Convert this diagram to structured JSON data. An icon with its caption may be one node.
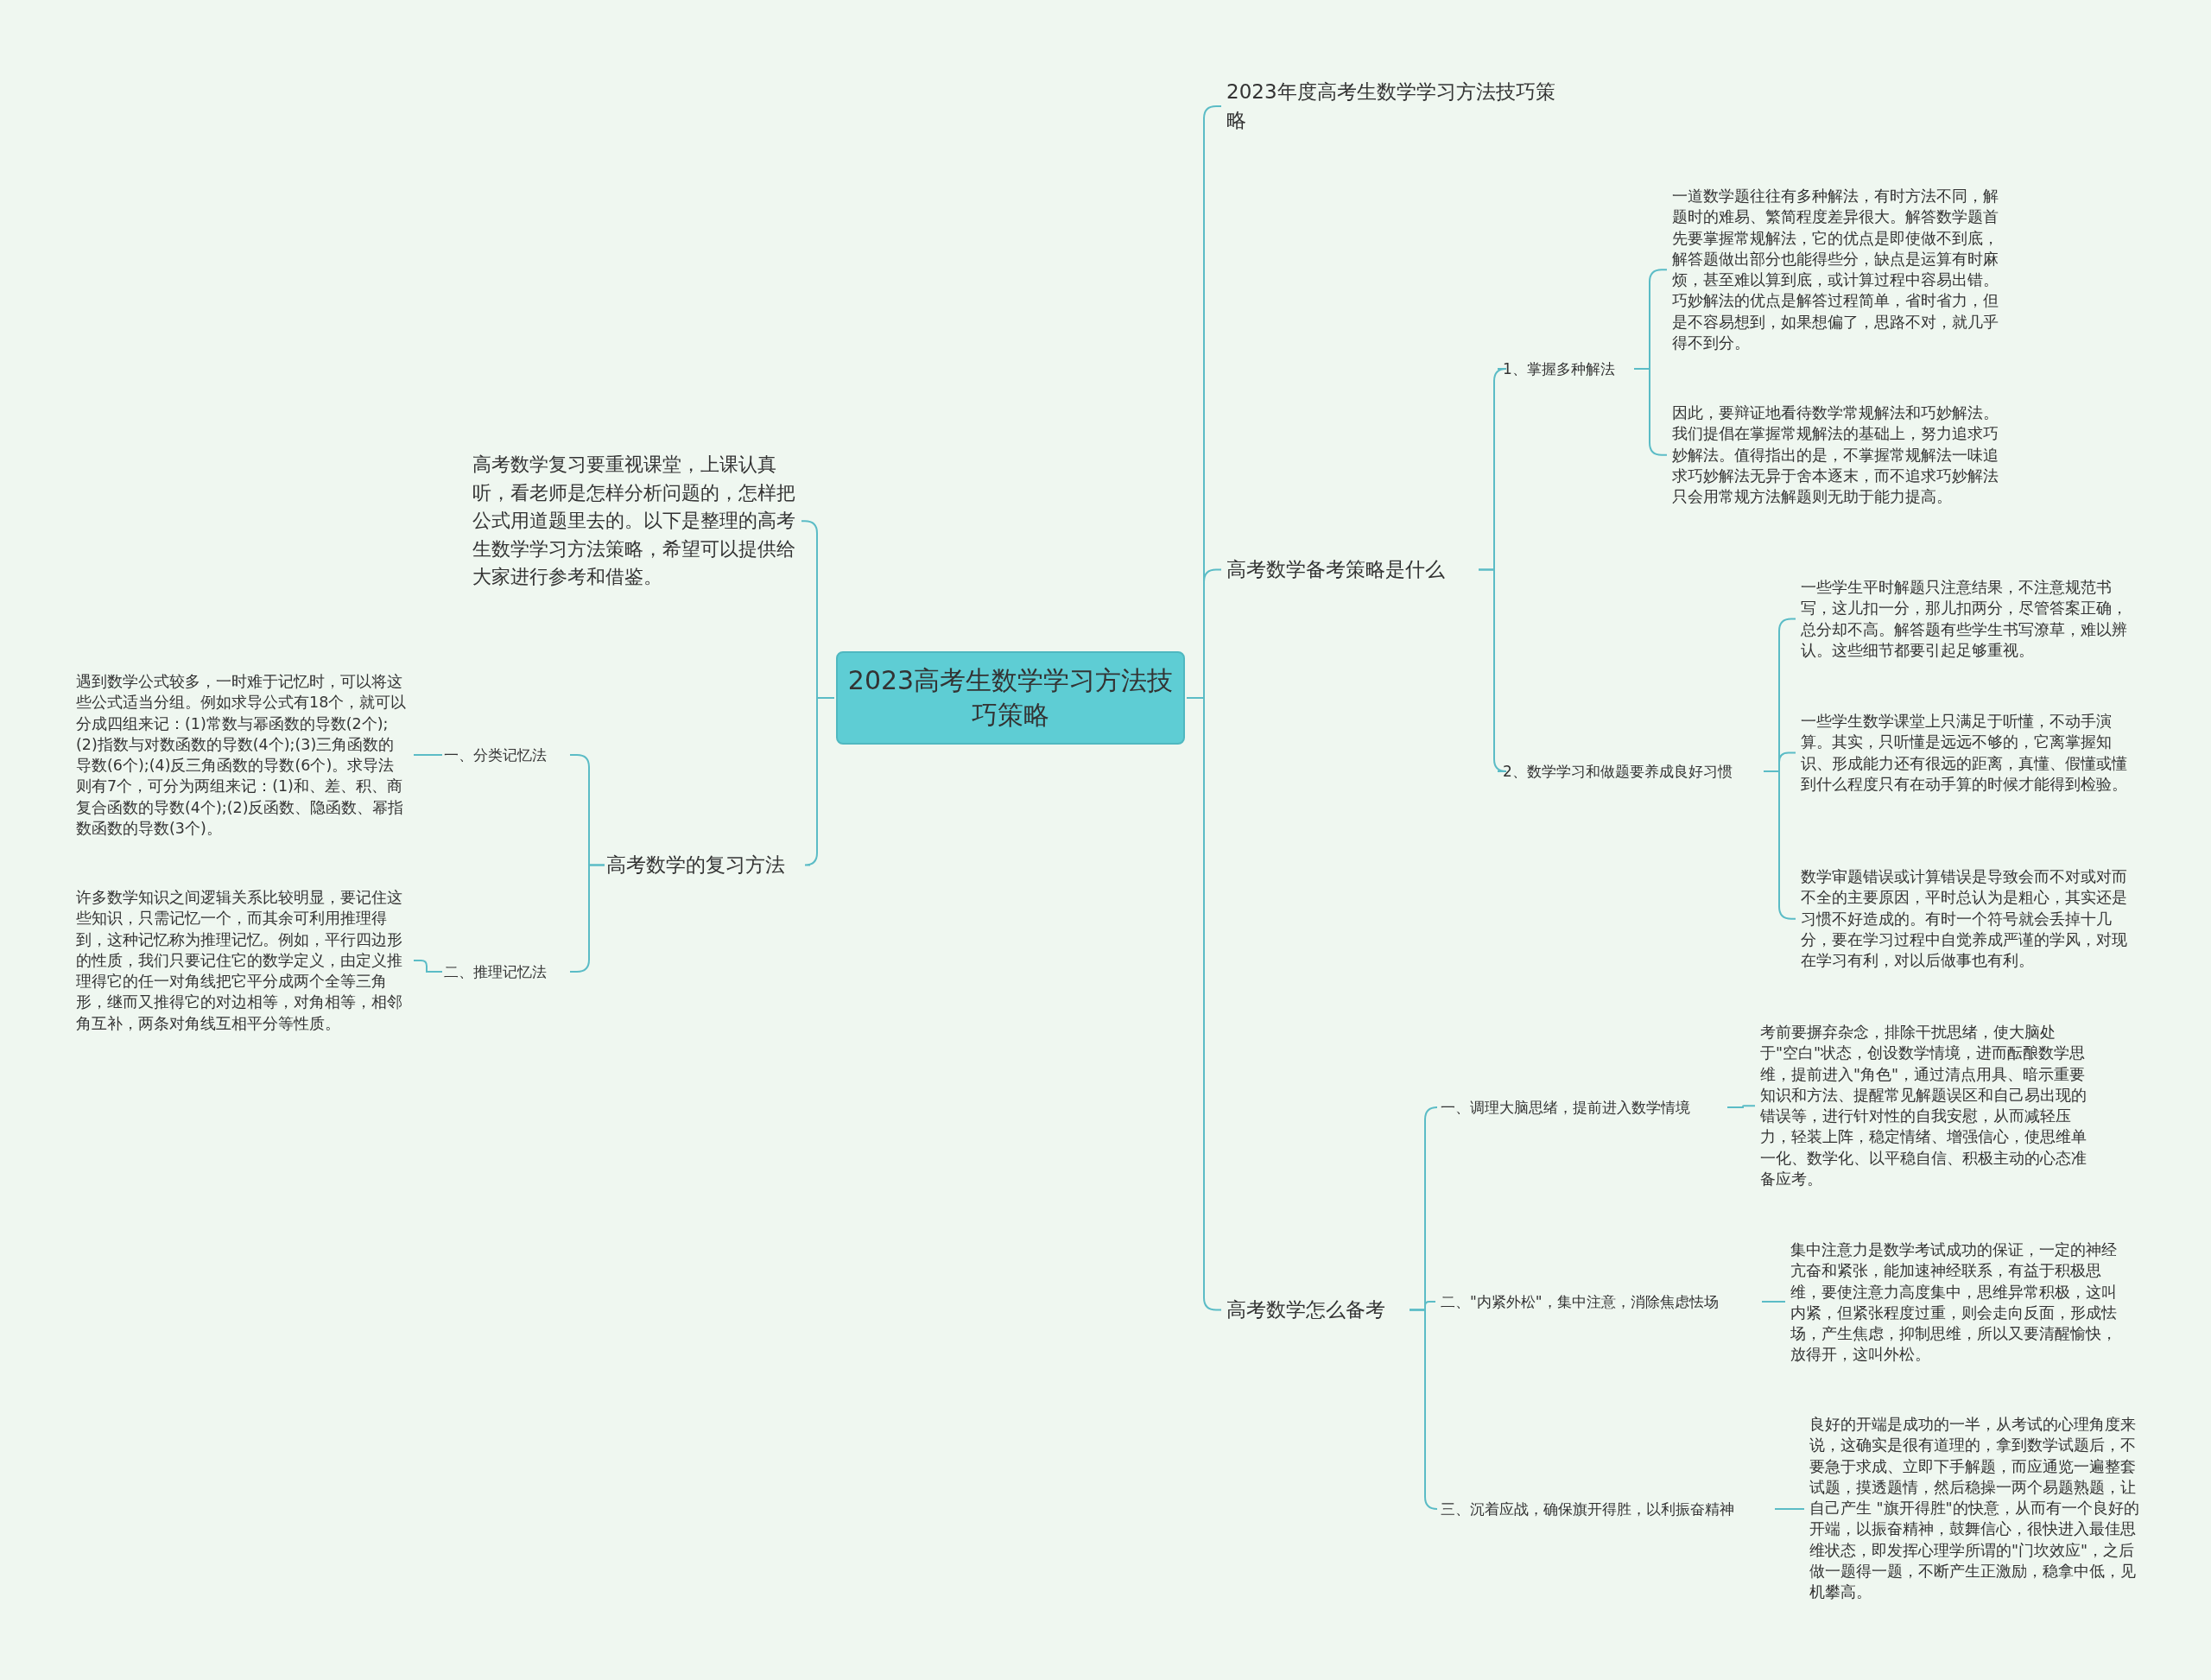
{
  "diagram": {
    "nodes": [
      {
        "text": [
          "2023高考生数学学习方法技巧策略"
        ]
      },
      {
        "text": [
          "高考数学复习要重视课堂，上课认真听，看老师是怎样分析问题的，怎样把公式用道题里去的。以下是整理的高考生数学学习方法策略，希望可以提供给大家进行参考和借鉴。"
        ]
      },
      {
        "text": [
          "高考数学的复习方法"
        ]
      },
      {
        "text": [
          "一、分类记忆法"
        ]
      },
      {
        "text": [
          "遇到数学公式较多，一时难于记忆时，可以将这些公式适当分组。例如求导公式有18个，就可以分成四组来记：(1)常数与幂函数的导数(2个);(2)指数与对数函数的导数(4个);(3)三角函数的导数(6个);(4)反三角函数的导数(6个)。求导法则有7个，可分为两组来记：(1)和、差、积、商复合函数的导数(4个);(2)反函数、隐函数、幂指数函数的导数(3个)。"
        ]
      },
      {
        "text": [
          "二、推理记忆法"
        ]
      },
      {
        "text": [
          "许多数学知识之间逻辑关系比较明显，要记住这些知识，只需记忆一个，而其余可利用推理得到，这种记忆称为推理记忆。例如，平行四边形的性质，我们只要记住它的数学定义，由定义推理得它的任一对角线把它平分成两个全等三角形，继而又推得它的对边相等，对角相等，相邻角互补，两条对角线互相平分等性质。"
        ]
      },
      {
        "text": [
          "2023年度高考生数学学习方法技巧策略"
        ]
      },
      {
        "text": [
          "高考数学备考策略是什么"
        ]
      },
      {
        "text": [
          "1、掌握多种解法"
        ]
      },
      {
        "text": [
          "一道数学题往往有多种解法，有时方法不同，解题时的难易、繁简程度差异很大。解答数学题首先要掌握常规解法，它的优点是即使做不到底，解答题做出部分也能得些分，缺点是运算有时麻烦，甚至难以算到底，或计算过程中容易出错。巧妙解法的优点是解答过程简单，省时省力，但是不容易想到，如果想偏了，思路不对，就几乎得不到分。"
        ]
      },
      {
        "text": [
          "因此，要辩证地看待数学常规解法和巧妙解法。我们提倡在掌握常规解法的基础上，努力追求巧妙解法。值得指出的是，不掌握常规解法一味追求巧妙解法无异于舍本逐末，而不追求巧妙解法只会用常规方法解题则无助于能力提高。"
        ]
      },
      {
        "text": [
          "2、数学学习和做题要养成良好习惯"
        ]
      },
      {
        "text": [
          "一些学生平时解题只注意结果，不注意规范书写，这儿扣一分，那儿扣两分，尽管答案正确，总分却不高。解答题有些学生书写潦草，难以辨认。这些细节都要引起足够重视。"
        ]
      },
      {
        "text": [
          "一些学生数学课堂上只满足于听懂，不动手演算。其实，只听懂是远远不够的，它离掌握知识、形成能力还有很远的距离，真懂、假懂或懂到什么程度只有在动手算的时候才能得到检验。"
        ]
      },
      {
        "text": [
          "数学审题错误或计算错误是导致会而不对或对而不全的主要原因，平时总认为是粗心，其实还是习惯不好造成的。有时一个符号就会丢掉十几分，要在学习过程中自觉养成严谨的学风，对现在学习有利，对以后做事也有利。"
        ]
      },
      {
        "text": [
          "高考数学怎么备考"
        ]
      },
      {
        "text": [
          "一、调理大脑思绪，提前进入数学情境"
        ]
      },
      {
        "text": [
          "考前要摒弃杂念，排除干扰思绪，使大脑处于\"空白\"状态，创设数学情境，进而酝酿数学思维，提前进入\"角色\"，通过清点用具、暗示重要知识和方法、提醒常见解题误区和自己易出现的错误等，进行针对性的自我安慰，从而减轻压力，轻装上阵，稳定情绪、增强信心，使思维单一化、数学化、以平稳自信、积极主动的心态准备应考。"
        ]
      },
      {
        "text": [
          "二、\"内紧外松\"，集中注意，消除焦虑怯场"
        ]
      },
      {
        "text": [
          "集中注意力是数学考试成功的保证，一定的神经亢奋和紧张，能加速神经联系，有益于积极思维，要使注意力高度集中，思维异常积极，这叫内紧，但紧张程度过重，则会走向反面，形成怯场，产生焦虑，抑制思维，所以又要清醒愉快，放得开，这叫外松。"
        ]
      },
      {
        "text": [
          "三、沉着应战，确保旗开得胜，以利振奋精神"
        ]
      },
      {
        "text": [
          "良好的开端是成功的一半，从考试的心理角度来说，这确实是很有道理的，拿到数学试题后，不要急于求成、立即下手解题，而应通览一遍整套试题，摸透题情，然后稳操一两个易题熟题，让自己产生 \"旗开得胜\"的快意，从而有一个良好的开端，以振奋精神，鼓舞信心，很快进入最佳思维状态，即发挥心理学所谓的\"门坎效应\"，之后做一题得一题，不断产生正激励，稳拿中低，见机攀高。"
        ]
      }
    ],
    "edges": [
      {
        "from": 0,
        "to": 1,
        "arrow": "none"
      },
      {
        "from": 0,
        "to": 2,
        "arrow": "none"
      },
      {
        "from": 2,
        "to": 3,
        "arrow": "none"
      },
      {
        "from": 3,
        "to": 4,
        "arrow": "none"
      },
      {
        "from": 2,
        "to": 5,
        "arrow": "none"
      },
      {
        "from": 5,
        "to": 6,
        "arrow": "none"
      },
      {
        "from": 0,
        "to": 7,
        "arrow": "none"
      },
      {
        "from": 0,
        "to": 8,
        "arrow": "none"
      },
      {
        "from": 8,
        "to": 9,
        "arrow": "none"
      },
      {
        "from": 9,
        "to": 10,
        "arrow": "none"
      },
      {
        "from": 9,
        "to": 11,
        "arrow": "none"
      },
      {
        "from": 8,
        "to": 12,
        "arrow": "none"
      },
      {
        "from": 12,
        "to": 13,
        "arrow": "none"
      },
      {
        "from": 12,
        "to": 14,
        "arrow": "none"
      },
      {
        "from": 12,
        "to": 15,
        "arrow": "none"
      },
      {
        "from": 0,
        "to": 16,
        "arrow": "none"
      },
      {
        "from": 16,
        "to": 17,
        "arrow": "none"
      },
      {
        "from": 17,
        "to": 18,
        "arrow": "none"
      },
      {
        "from": 16,
        "to": 19,
        "arrow": "none"
      },
      {
        "from": 19,
        "to": 20,
        "arrow": "none"
      },
      {
        "from": 16,
        "to": 21,
        "arrow": "none"
      },
      {
        "from": 21,
        "to": 22,
        "arrow": "none"
      }
    ]
  }
}
